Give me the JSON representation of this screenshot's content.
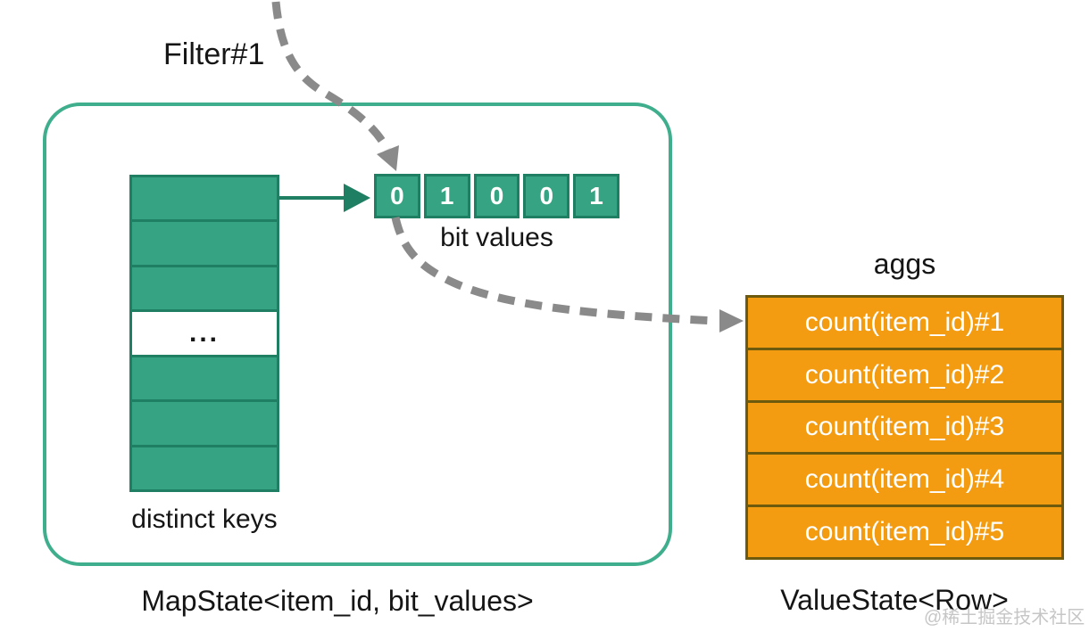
{
  "diagram": {
    "filter_label": "Filter#1",
    "map_state": {
      "rows": [
        "",
        "",
        "",
        "...",
        "",
        "",
        ""
      ],
      "bits": [
        "0",
        "1",
        "0",
        "0",
        "1"
      ],
      "bit_values_label": "bit values",
      "distinct_keys_label": "distinct keys",
      "caption": "MapState<item_id, bit_values>"
    },
    "value_state": {
      "aggs_label": "aggs",
      "rows": [
        "count(item_id)#1",
        "count(item_id)#2",
        "count(item_id)#3",
        "count(item_id)#4",
        "count(item_id)#5"
      ],
      "caption": "ValueState<Row>"
    },
    "watermark": "@稀土掘金技术社区",
    "colors": {
      "green_fill": "#36A383",
      "green_border": "#1E7F63",
      "box_border": "#3FAE8C",
      "orange_fill": "#F39C12",
      "orange_border": "#6E5A0D",
      "arrow_gray": "#8A8A8A",
      "label_black": "#151515",
      "watermark_gray": "#C6C6C6",
      "white": "#FFFFFF"
    }
  }
}
